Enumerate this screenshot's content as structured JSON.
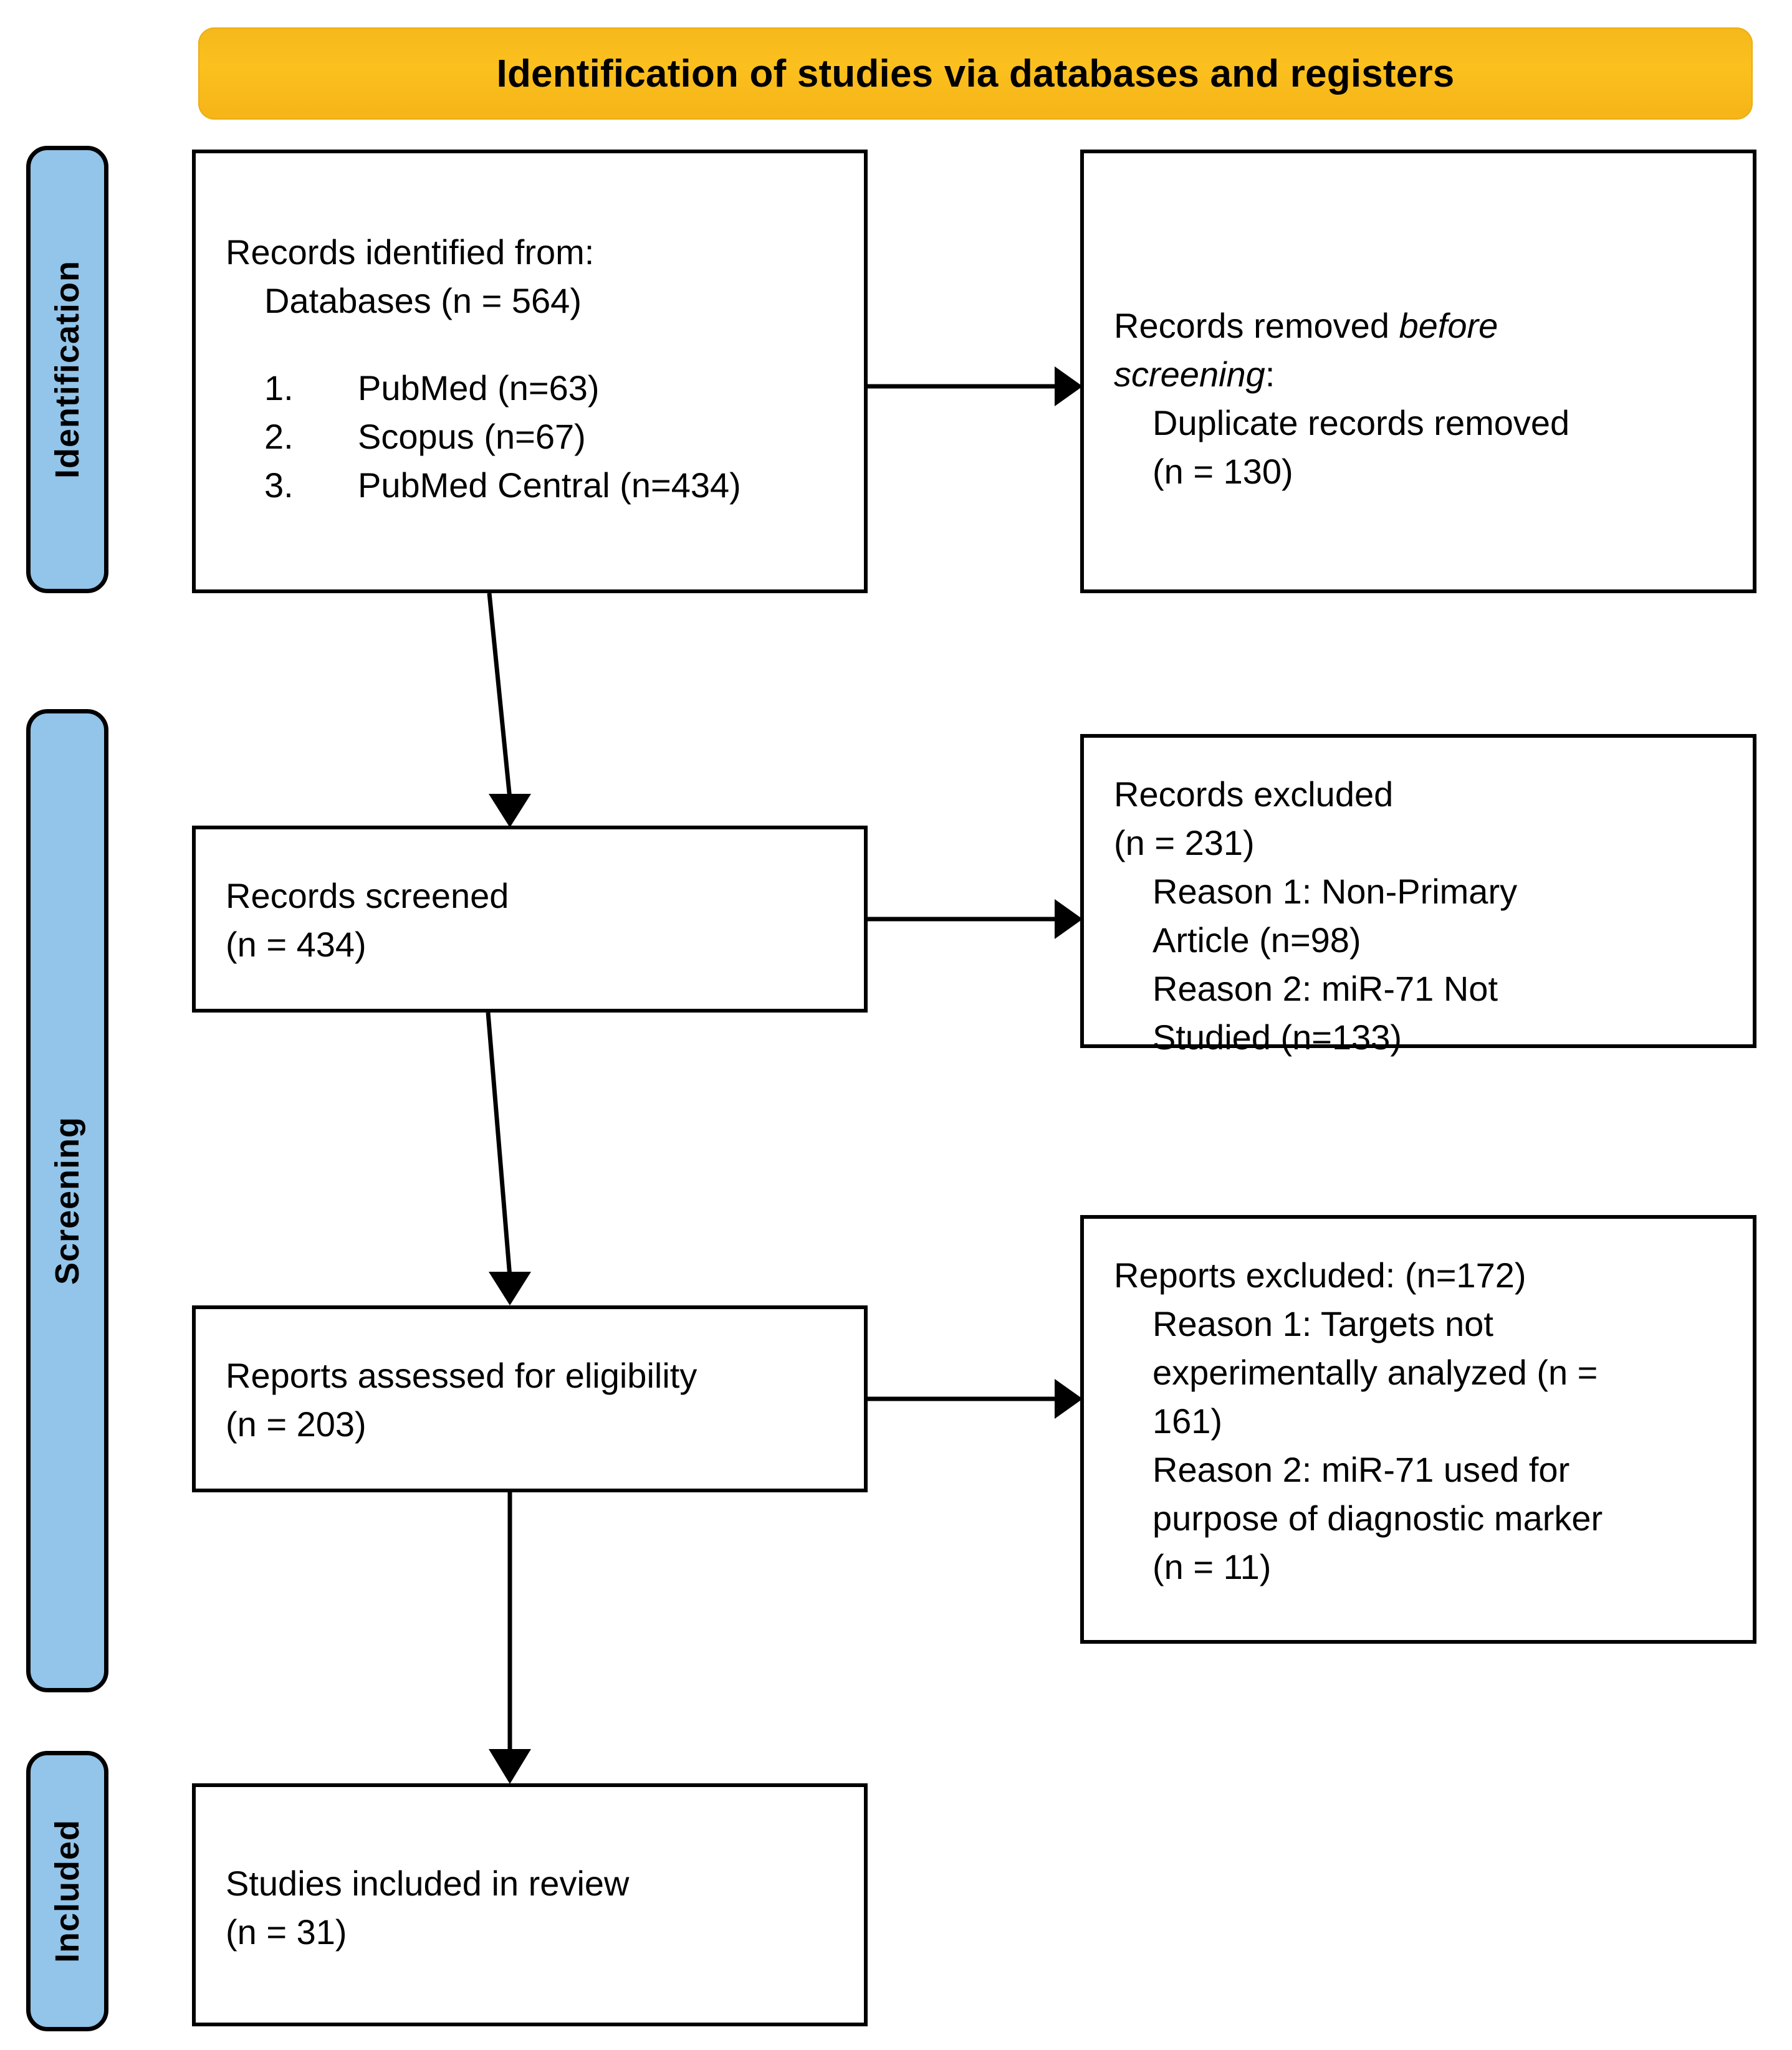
{
  "banner": {
    "title": "Identification of studies via databases and registers"
  },
  "stages": [
    {
      "key": "identification",
      "label": "Identification"
    },
    {
      "key": "screening",
      "label": "Screening"
    },
    {
      "key": "included",
      "label": "Included"
    }
  ],
  "boxes": {
    "identified": {
      "title": "Records identified from:",
      "subtitle": "Databases (n = 564)",
      "sources": [
        {
          "num": "1.",
          "text": "PubMed (n=63)"
        },
        {
          "num": "2.",
          "text": "Scopus (n=67)"
        },
        {
          "num": "3.",
          "text": "PubMed Central (n=434)"
        }
      ]
    },
    "removed": {
      "line1_plain": "Records removed ",
      "line1_italic": "before",
      "line2_italic": "screening",
      "line2_plain": ":",
      "line3": "Duplicate records removed",
      "line4": "(n = 130)"
    },
    "screened": {
      "line1": "Records screened",
      "line2": "(n = 434)"
    },
    "excluded": {
      "line1": "Records excluded",
      "line2": "(n = 231)",
      "line3": "Reason 1: Non-Primary",
      "line4": "Article (n=98)",
      "line5": "Reason 2: miR-71 Not",
      "line6": "Studied (n=133)"
    },
    "eligibility": {
      "line1": "Reports assessed for eligibility",
      "line2": "(n = 203)"
    },
    "reports_excluded": {
      "line1": "Reports excluded: (n=172)",
      "line2": "Reason 1: Targets not",
      "line3": "experimentally analyzed (n =",
      "line4": "161)",
      "line5": "Reason 2: miR-71 used for",
      "line6": "purpose of diagnostic marker",
      "line7": "(n = 11)"
    },
    "included": {
      "line1": "Studies included in review",
      "line2": "(n = 31)"
    }
  },
  "colors": {
    "banner_fill": "#FBC01E",
    "stagebar_fill": "#93C4E9",
    "box_border": "#000000",
    "text": "#000000"
  },
  "connectors": [
    {
      "name": "identified-to-removed",
      "direction": "right"
    },
    {
      "name": "identified-to-screened",
      "direction": "down"
    },
    {
      "name": "screened-to-excluded",
      "direction": "right"
    },
    {
      "name": "screened-to-eligibility",
      "direction": "down"
    },
    {
      "name": "eligibility-to-reports-excluded",
      "direction": "right"
    },
    {
      "name": "eligibility-to-included",
      "direction": "down"
    }
  ]
}
